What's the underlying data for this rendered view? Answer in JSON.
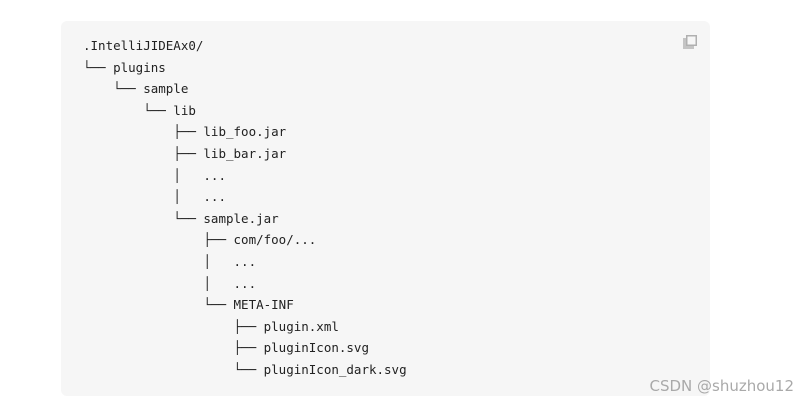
{
  "code_block": {
    "lines": [
      ".IntelliJIDEAx0/",
      "└── plugins",
      "    └── sample",
      "        └── lib",
      "            ├── lib_foo.jar",
      "            ├── lib_bar.jar",
      "            │   ...",
      "            │   ...",
      "            └── sample.jar",
      "                ├── com/foo/...",
      "                │   ...",
      "                │   ...",
      "                └── META-INF",
      "                    ├── plugin.xml",
      "                    ├── pluginIcon.svg",
      "                    └── pluginIcon_dark.svg"
    ],
    "copy_icon": "copy-icon"
  },
  "watermark": {
    "text": "CSDN @shuzhou12"
  }
}
